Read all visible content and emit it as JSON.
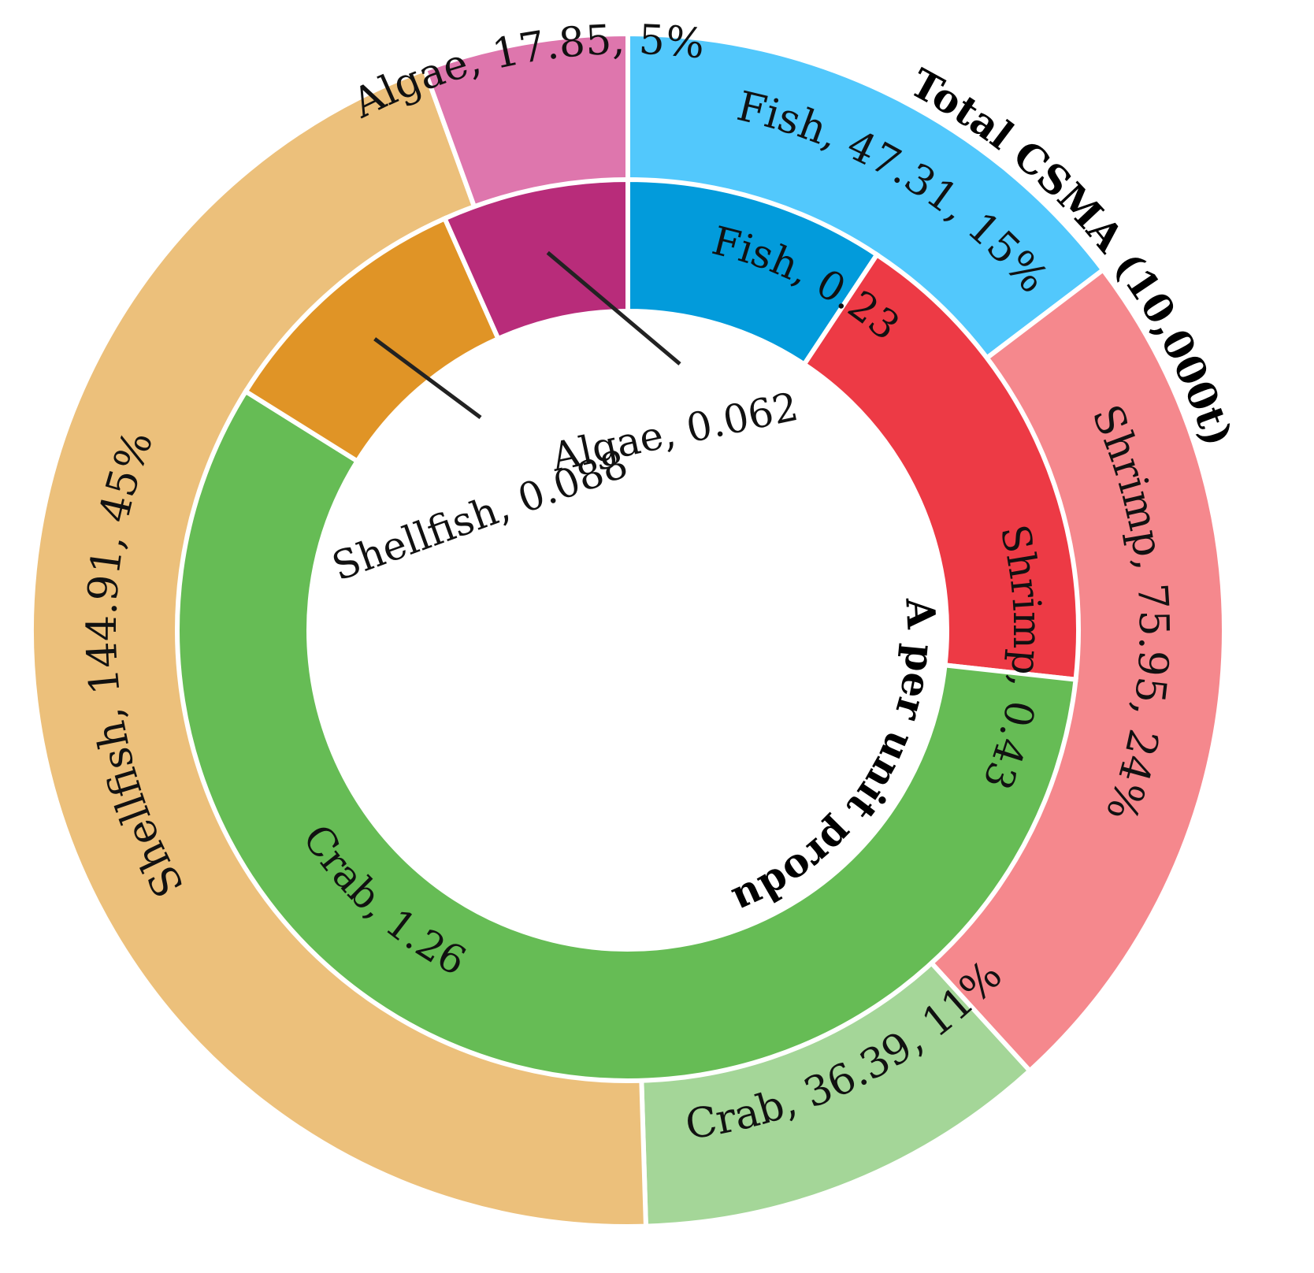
{
  "chart_data": {
    "type": "pie",
    "subtype": "nested-donut",
    "outer_ring": {
      "title": "Total CSMA (10,000t)",
      "slices": [
        {
          "name": "Fish",
          "value": 47.31,
          "percent": 15,
          "label": "Fish, 47.31, 15%",
          "color": "#52c8fc"
        },
        {
          "name": "Shrimp",
          "value": 75.95,
          "percent": 24,
          "label": "Shrimp, 75.95, 24%",
          "color": "#f5888d"
        },
        {
          "name": "Crab",
          "value": 36.39,
          "percent": 11,
          "label": "Crab, 36.39, 11%",
          "color": "#a4d698"
        },
        {
          "name": "Shellfish",
          "value": 144.91,
          "percent": 45,
          "label": "Shellfish, 144.91, 45%",
          "color": "#ecc07b"
        },
        {
          "name": "Algae",
          "value": 17.85,
          "percent": 5,
          "label": "Algae, 17.85, 5%",
          "color": "#de76ad"
        }
      ]
    },
    "inner_ring": {
      "title": "CSMA per unit production",
      "slices": [
        {
          "name": "Fish",
          "value": 0.23,
          "label": "Fish, 0.23",
          "color": "#029bdb"
        },
        {
          "name": "Shrimp",
          "value": 0.43,
          "label": "Shrimp, 0.43",
          "color": "#ed3a45"
        },
        {
          "name": "Crab",
          "value": 1.26,
          "label": "Crab, 1.26",
          "color": "#66bc55"
        },
        {
          "name": "Shellfish",
          "value": 0.088,
          "label": "Shellfish, 0.088",
          "color": "#e09426"
        },
        {
          "name": "Algae",
          "value": 0.062,
          "label": "Algae, 0.062",
          "color": "#b82c7a"
        }
      ]
    },
    "start_angle": "12 o'clock",
    "direction": "clockwise"
  }
}
